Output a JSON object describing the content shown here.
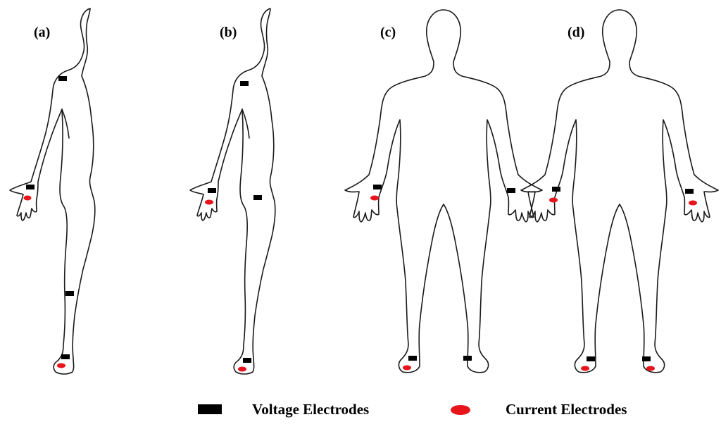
{
  "panels": [
    {
      "label": "(a)",
      "view": "side",
      "electrodes": [
        {
          "kind": "voltage",
          "site": "shoulder"
        },
        {
          "kind": "voltage",
          "site": "wrist"
        },
        {
          "kind": "current",
          "site": "palm"
        },
        {
          "kind": "voltage",
          "site": "knee"
        },
        {
          "kind": "voltage",
          "site": "ankle"
        },
        {
          "kind": "current",
          "site": "foot"
        }
      ]
    },
    {
      "label": "(b)",
      "view": "side",
      "electrodes": [
        {
          "kind": "voltage",
          "site": "shoulder"
        },
        {
          "kind": "voltage",
          "site": "wrist"
        },
        {
          "kind": "current",
          "site": "palm"
        },
        {
          "kind": "voltage",
          "site": "hip"
        },
        {
          "kind": "voltage",
          "site": "ankle"
        },
        {
          "kind": "current",
          "site": "foot"
        }
      ]
    },
    {
      "label": "(c)",
      "view": "front",
      "electrodes": [
        {
          "kind": "voltage",
          "site": "right-wrist"
        },
        {
          "kind": "current",
          "site": "right-palm"
        },
        {
          "kind": "voltage",
          "site": "left-wrist"
        },
        {
          "kind": "voltage",
          "site": "right-ankle"
        },
        {
          "kind": "current",
          "site": "right-foot"
        },
        {
          "kind": "voltage",
          "site": "left-ankle"
        }
      ]
    },
    {
      "label": "(d)",
      "view": "front",
      "electrodes": [
        {
          "kind": "voltage",
          "site": "right-wrist"
        },
        {
          "kind": "current",
          "site": "right-palm"
        },
        {
          "kind": "voltage",
          "site": "left-wrist"
        },
        {
          "kind": "current",
          "site": "left-palm"
        },
        {
          "kind": "voltage",
          "site": "right-ankle"
        },
        {
          "kind": "current",
          "site": "right-foot"
        },
        {
          "kind": "voltage",
          "site": "left-ankle"
        },
        {
          "kind": "current",
          "site": "left-foot"
        }
      ]
    }
  ],
  "legend": {
    "voltage_label": "Voltage Electrodes",
    "current_label": "Current Electrodes"
  },
  "colors": {
    "voltage": "#000000",
    "current": "#e8141c",
    "outline": "#1a1a1a"
  }
}
